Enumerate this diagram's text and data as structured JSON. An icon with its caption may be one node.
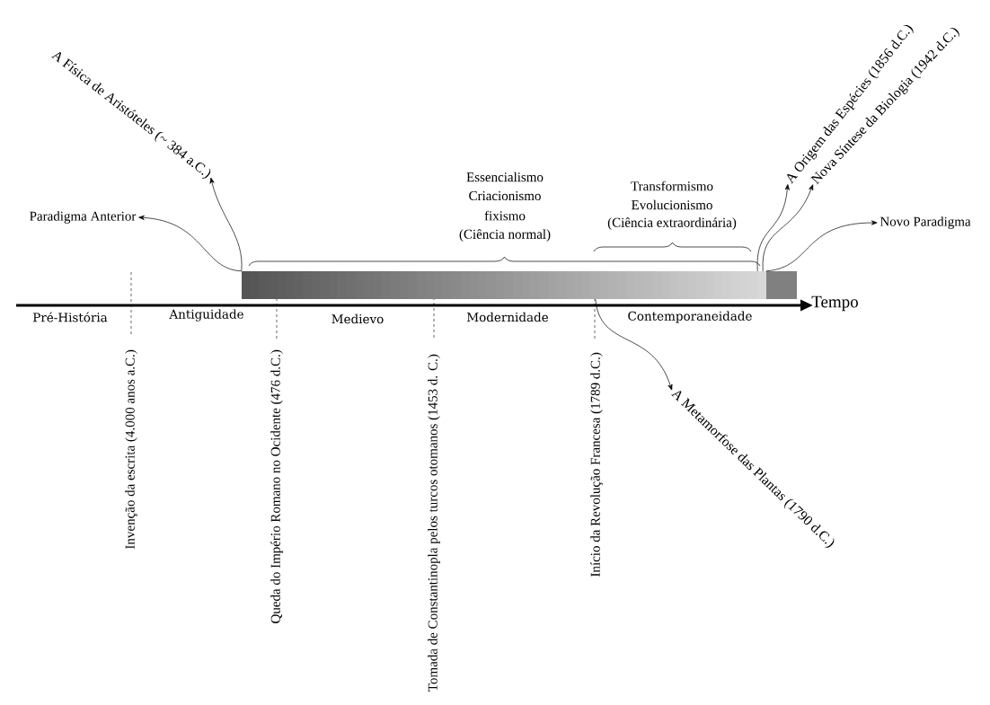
{
  "diagram": {
    "nodes": [
      {
        "text": [],
        "shape": "bar"
      },
      {
        "text": [],
        "shape": "bar"
      },
      {
        "text": [
          "Paradigma Anterior"
        ]
      },
      {
        "text": [
          "A Física de Aristóteles (~ 384 a.C.)"
        ]
      },
      {
        "text": [
          "A Origem das Espécies (1856 d.C.)"
        ]
      },
      {
        "text": [
          "Nova Síntese da Biologia (1942 d.C.)"
        ]
      },
      {
        "text": [
          "Novo Paradigma"
        ]
      },
      {
        "text": [
          "A Metamorfose das Plantas (1790 d.C.)"
        ]
      }
    ],
    "edges": [
      {
        "from": 0,
        "to": 2,
        "arrow": "to"
      },
      {
        "from": 0,
        "to": 3,
        "arrow": "to"
      },
      {
        "from": 0,
        "to": 4,
        "arrow": "to"
      },
      {
        "from": 0,
        "to": 5,
        "arrow": "to"
      },
      {
        "from": 1,
        "to": 6,
        "arrow": "to"
      },
      {
        "from": 0,
        "to": 7,
        "arrow": "to"
      }
    ],
    "labels": [
      "Essencialismo",
      "Criacionismo",
      "fixismo",
      "(Ciência normal)",
      "Transformismo",
      "Evolucionismo",
      "(Ciência extraordinária)",
      "Tempo",
      "Pré-História",
      "Antiguidade",
      "Medievo",
      "Modernidade",
      "Contemporaneidade",
      "Invenção da escrita (4.000 anos a.C.)",
      "Queda do Império Romano no Ocidente (476 d.C.)",
      "Tomada de Constantinopla pelos turcos otomanos (1453 d. C.)",
      "Início da Revolução Francesa (1789 d.C.)"
    ]
  }
}
